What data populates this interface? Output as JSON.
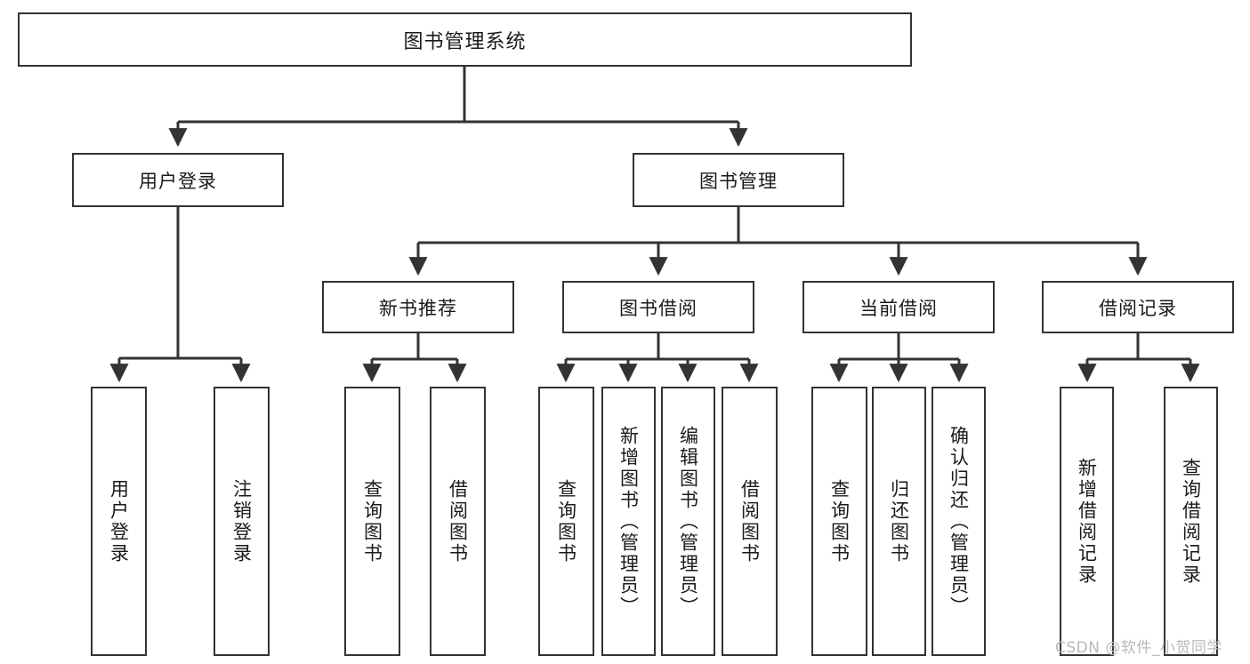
{
  "diagram": {
    "title": "图书管理系统",
    "type": "tree-hierarchy-chart",
    "watermark": "CSDN @软件_小贺同学",
    "root": {
      "label": "图书管理系统"
    },
    "level2": [
      {
        "id": "user-login",
        "label": "用户登录"
      },
      {
        "id": "book-manage",
        "label": "图书管理"
      }
    ],
    "level3": [
      {
        "id": "new-book-recommend",
        "label": "新书推荐"
      },
      {
        "id": "book-borrow",
        "label": "图书借阅"
      },
      {
        "id": "current-borrow",
        "label": "当前借阅"
      },
      {
        "id": "borrow-record",
        "label": "借阅记录"
      }
    ],
    "leaves": {
      "user_login": [
        {
          "id": "leaf-user-login",
          "label": "用户登录"
        },
        {
          "id": "leaf-logout-login",
          "label": "注销登录"
        }
      ],
      "new_book_recommend": [
        {
          "id": "leaf-query-book-1",
          "label": "查询图书"
        },
        {
          "id": "leaf-borrow-book-1",
          "label": "借阅图书"
        }
      ],
      "book_borrow": [
        {
          "id": "leaf-query-book-2",
          "label": "查询图书"
        },
        {
          "id": "leaf-add-book",
          "label": "新增图书（管理员）"
        },
        {
          "id": "leaf-edit-book",
          "label": "编辑图书（管理员）"
        },
        {
          "id": "leaf-borrow-book-2",
          "label": "借阅图书"
        }
      ],
      "current_borrow": [
        {
          "id": "leaf-query-book-3",
          "label": "查询图书"
        },
        {
          "id": "leaf-return-book",
          "label": "归还图书"
        },
        {
          "id": "leaf-confirm-return",
          "label": "确认归还（管理员）"
        }
      ],
      "borrow_record": [
        {
          "id": "leaf-add-borrow-record",
          "label": "新增借阅记录"
        },
        {
          "id": "leaf-query-borrow-record",
          "label": "查询借阅记录"
        }
      ]
    },
    "colors": {
      "box_border": "#333333",
      "box_fill": "#ffffff",
      "connector": "#333333",
      "text": "#1a1a1a",
      "watermark": "#b9b9b9"
    }
  }
}
